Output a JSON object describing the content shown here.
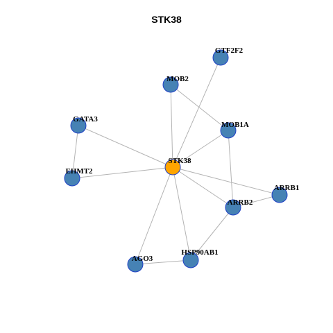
{
  "title": "STK38",
  "colors": {
    "center_node": "#ffa500",
    "node": "#4682b4",
    "node_border": "#1f3fc6",
    "edge": "#b3b3b3"
  },
  "nodes": [
    {
      "id": "STK38",
      "label": "STK38",
      "center": true
    },
    {
      "id": "GTF2F2",
      "label": "GTF2F2"
    },
    {
      "id": "MOB2",
      "label": "MOB2"
    },
    {
      "id": "GATA3",
      "label": "GATA3"
    },
    {
      "id": "MOB1A",
      "label": "MOB1A"
    },
    {
      "id": "EHMT2",
      "label": "EHMT2"
    },
    {
      "id": "ARRB1",
      "label": "ARRB1"
    },
    {
      "id": "ARRB2",
      "label": "ARRB2"
    },
    {
      "id": "HSP90AB1",
      "label": "HSP90AB1"
    },
    {
      "id": "AGO3",
      "label": "AGO3"
    }
  ],
  "edges": [
    [
      "STK38",
      "GTF2F2"
    ],
    [
      "STK38",
      "MOB2"
    ],
    [
      "STK38",
      "GATA3"
    ],
    [
      "STK38",
      "MOB1A"
    ],
    [
      "STK38",
      "EHMT2"
    ],
    [
      "STK38",
      "ARRB1"
    ],
    [
      "STK38",
      "ARRB2"
    ],
    [
      "STK38",
      "HSP90AB1"
    ],
    [
      "STK38",
      "AGO3"
    ],
    [
      "MOB2",
      "MOB1A"
    ],
    [
      "GATA3",
      "EHMT2"
    ],
    [
      "MOB1A",
      "ARRB2"
    ],
    [
      "ARRB2",
      "ARRB1"
    ],
    [
      "ARRB2",
      "HSP90AB1"
    ],
    [
      "HSP90AB1",
      "AGO3"
    ]
  ]
}
